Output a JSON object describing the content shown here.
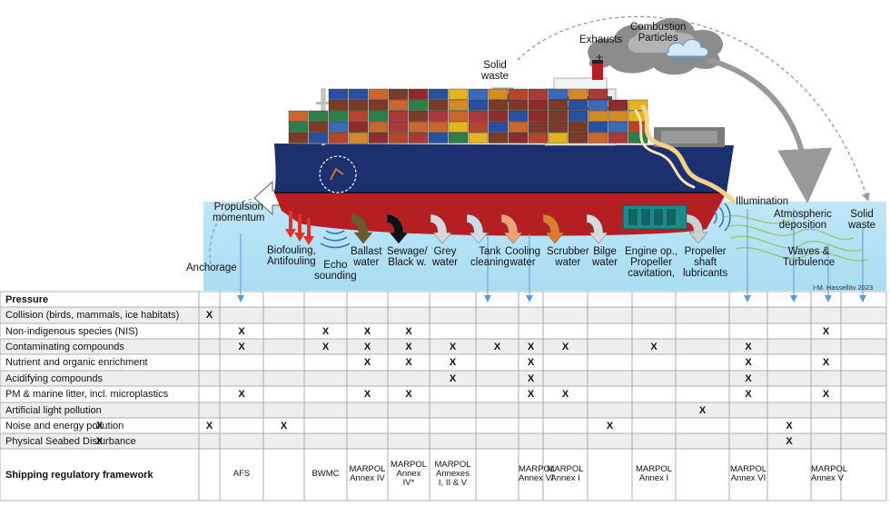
{
  "labels": {
    "solid_waste_top": "Solid\nwaste",
    "exhausts": "Exhausts",
    "combustion_particles": "Combustion\nParticles",
    "illumination": "Illumination",
    "atmospheric_deposition": "Atmospheric\ndeposition",
    "solid_waste_right": "Solid\nwaste",
    "propulsion_momentum": "Propulsion\nmomentum",
    "anchorage": "Anchorage",
    "biofouling": "Biofouling,\nAntifouling",
    "echo_sounding": "Echo\nsounding",
    "ballast_water": "Ballast\nwater",
    "sewage": "Sewage/\nBlack w.",
    "grey_water": "Grey\nwater",
    "tank_cleaning": "Tank\ncleaning",
    "cooling_water": "Cooling\nwater",
    "scrubber_water": "Scrubber\nwater",
    "bilge_water": "Bilge\nwater",
    "engine_op": "Engine op.,\nPropeller\ncavitation,",
    "propeller_shaft": "Propeller\nshaft\nlubricants",
    "waves_turbulence": "Waves &\nTurbulence",
    "credit": "I-M. Hassellöv 2023"
  },
  "matrix": {
    "header": "Pressure",
    "rows": [
      {
        "label": "Collision (birds, mammals, ice habitats)",
        "marks": [
          1
        ]
      },
      {
        "label": "Non-indigenous species (NIS)",
        "marks": [
          2,
          4,
          5,
          6,
          16
        ]
      },
      {
        "label": "Contaminating compounds",
        "marks": [
          2,
          4,
          5,
          6,
          7,
          8,
          9,
          10,
          12,
          14
        ]
      },
      {
        "label": "Nutrient and organic enrichment",
        "marks": [
          5,
          6,
          7,
          9,
          14,
          16
        ]
      },
      {
        "label": "Acidifying compounds",
        "marks": [
          7,
          9,
          14
        ]
      },
      {
        "label": "PM & marine litter, incl. microplastics",
        "marks": [
          2,
          5,
          6,
          9,
          10,
          14,
          16
        ]
      },
      {
        "label": "Artificial light pollution",
        "marks": [
          13
        ]
      },
      {
        "label": "Noise and energy pollution",
        "marks": [
          0,
          1,
          3,
          11,
          15
        ]
      },
      {
        "label": "Physical Seabed Disturbance",
        "marks": [
          0,
          15
        ]
      }
    ],
    "mark_symbol": "X",
    "framework_label": "Shipping regulatory framework",
    "frameworks": [
      {
        "col": 2,
        "text": "AFS"
      },
      {
        "col": 4,
        "text": "BWMC"
      },
      {
        "col": 5,
        "text": "MARPOL\nAnnex IV"
      },
      {
        "col": 6,
        "text": "MARPOL\nAnnex\nIV*"
      },
      {
        "col": 7,
        "text": "MARPOL\nAnnexes\nI, II & V"
      },
      {
        "col": 9,
        "text": "MARPOL\nAnnex VI"
      },
      {
        "col": 10,
        "text": "MARPOL\nAnnex I"
      },
      {
        "col": 12,
        "text": "MARPOL\nAnnex I"
      },
      {
        "col": 14,
        "text": "MARPOL\nAnnex VI"
      },
      {
        "col": 16,
        "text": "MARPOL\nAnnex V"
      }
    ]
  },
  "colors": {
    "water": "#bfe6f7",
    "hull_blue": "#1c2f6e",
    "hull_red": "#b51f24",
    "grid": "#9a9a9a",
    "row_shade": "#eeeeee"
  }
}
